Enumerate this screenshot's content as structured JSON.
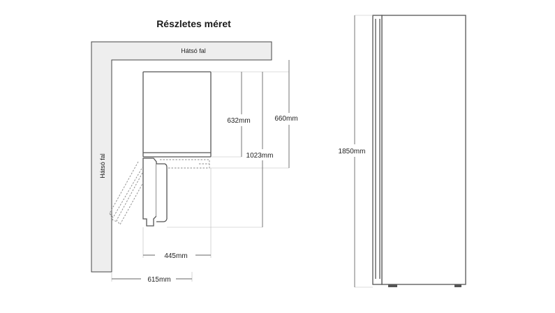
{
  "title": "Részletes méret",
  "labels": {
    "back_wall_top": "Hátsó fal",
    "back_wall_side": "Hátsó fal"
  },
  "dimensions": {
    "depth_body": "632mm",
    "depth_total": "660mm",
    "door_open_depth": "1023mm",
    "height": "1850mm",
    "width": "445mm",
    "width_door_open": "615mm"
  }
}
